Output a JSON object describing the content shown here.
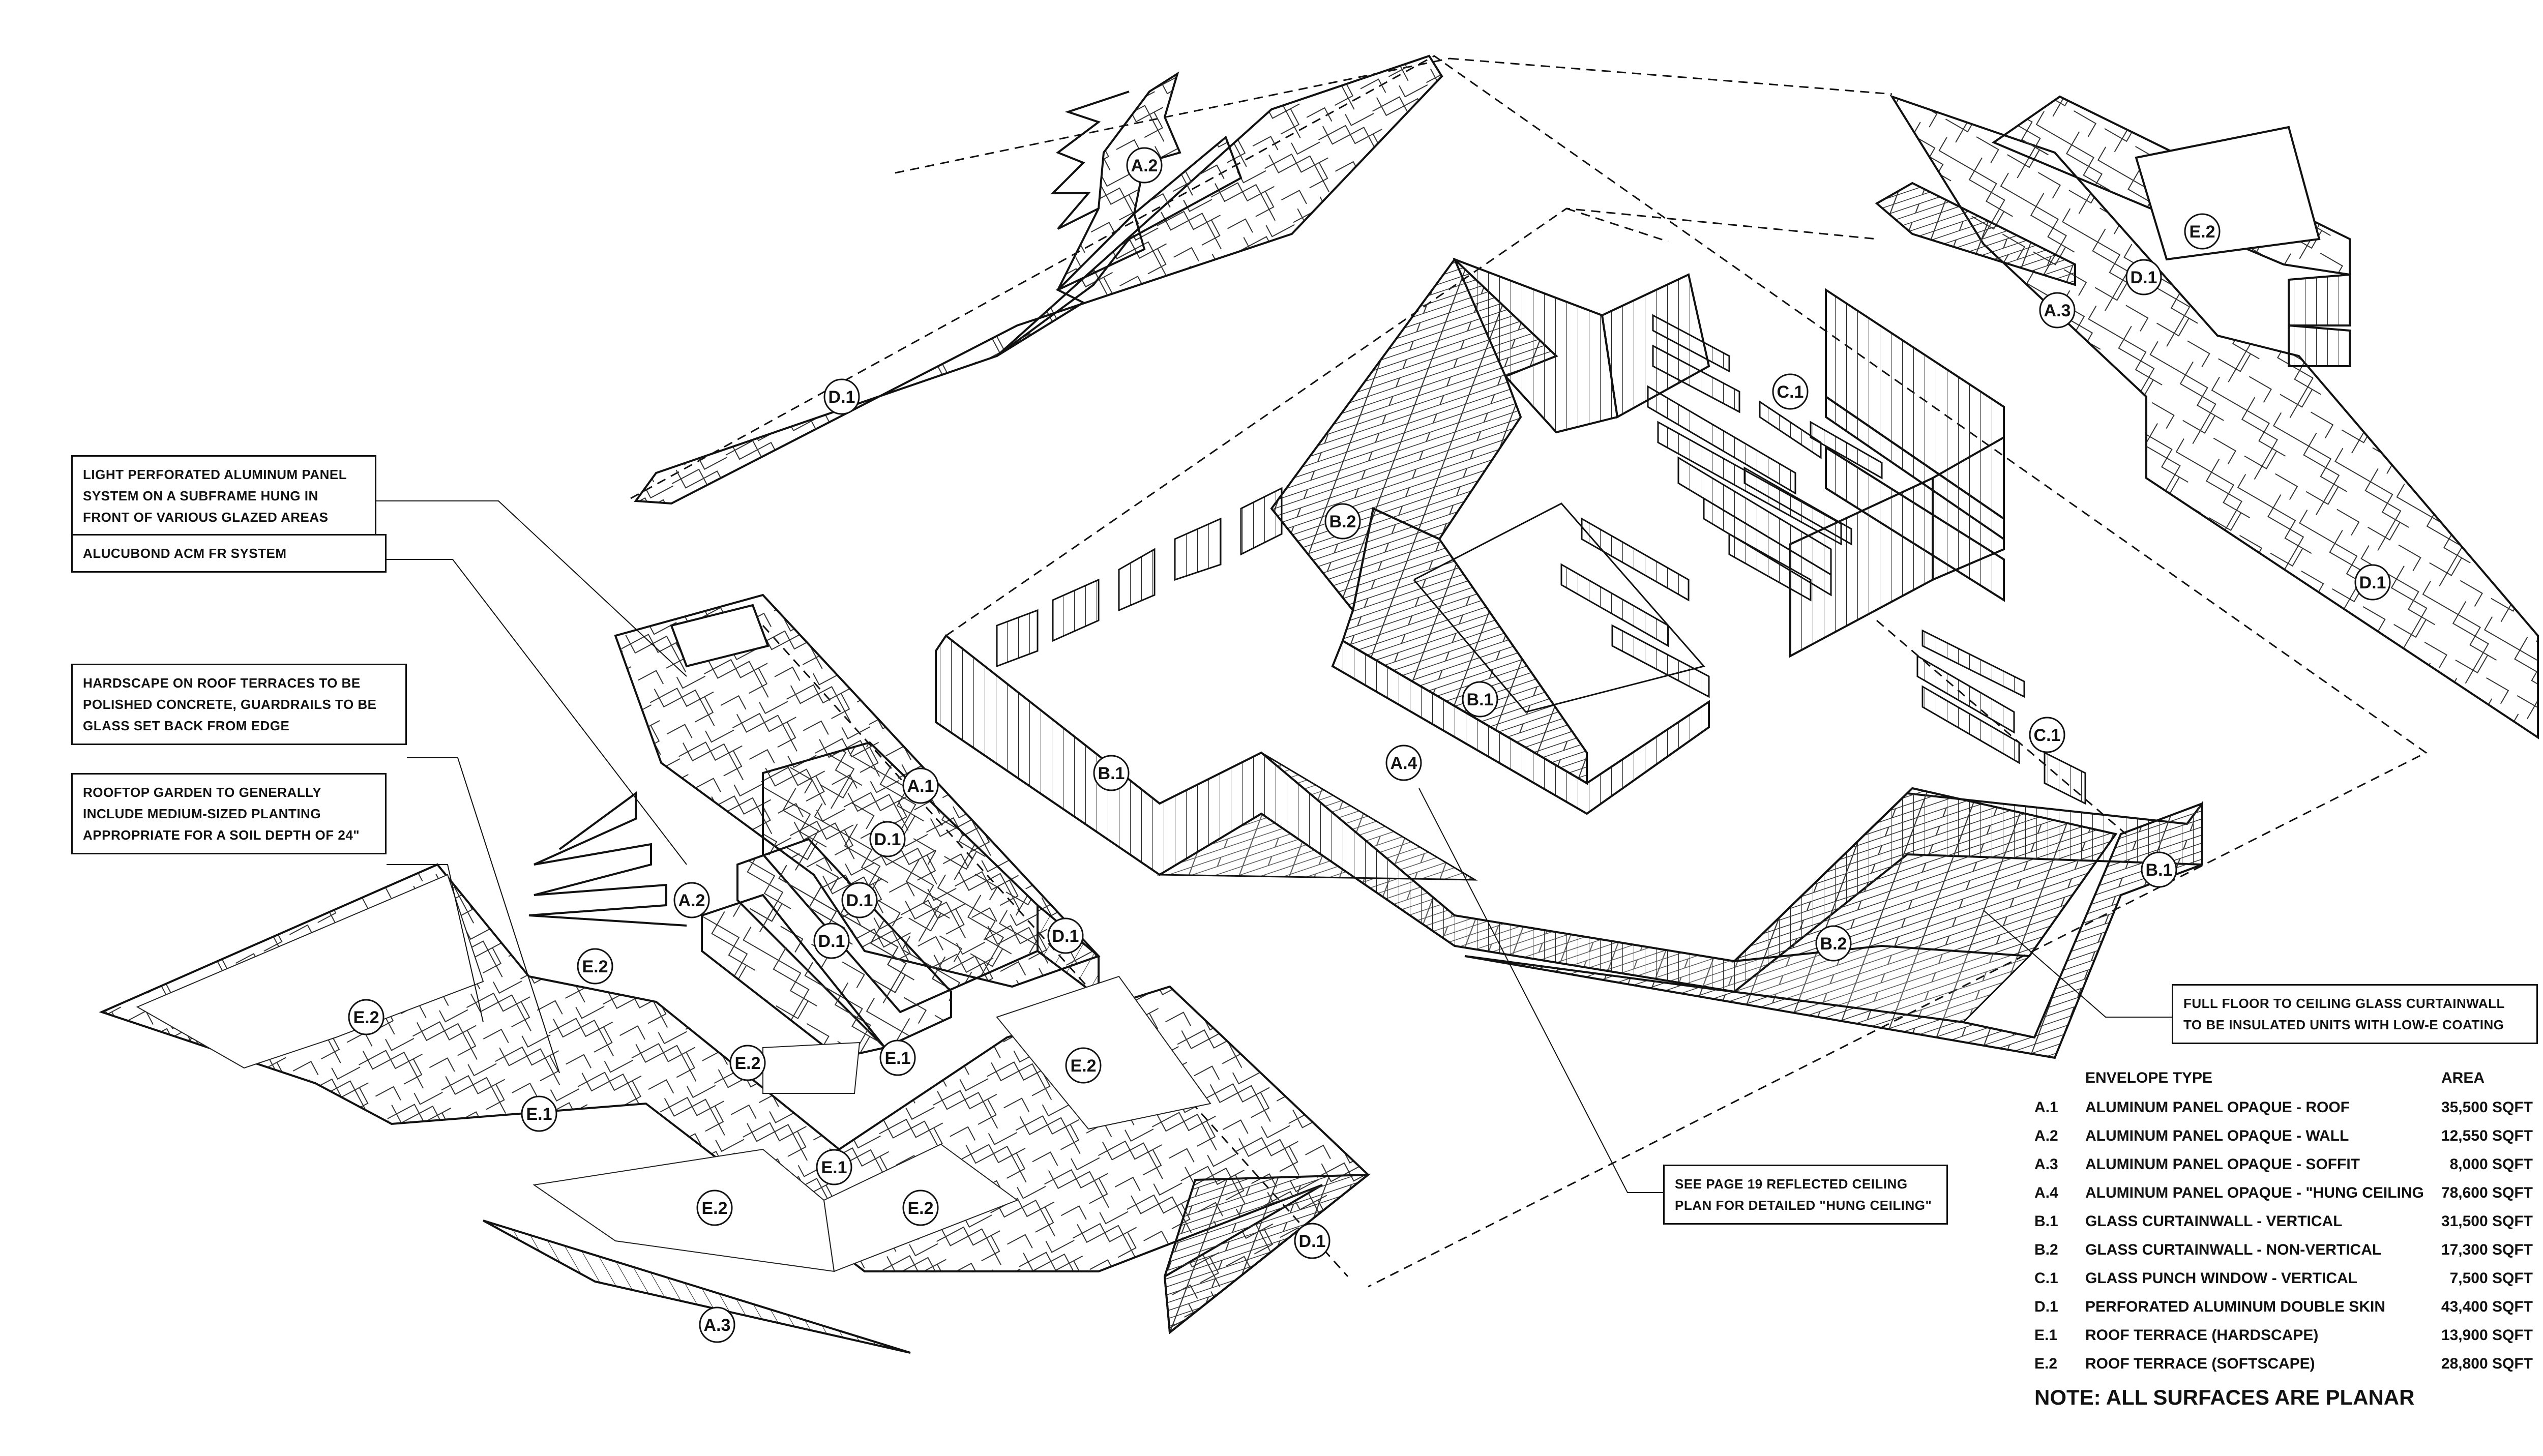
{
  "callouts": {
    "c1": "LIGHT PERFORATED ALUMINUM PANEL SYSTEM ON A SUBFRAME HUNG IN FRONT OF VARIOUS GLAZED AREAS",
    "c2": "ALUCUBOND ACM FR SYSTEM",
    "c3": "HARDSCAPE ON ROOF TERRACES TO BE POLISHED CONCRETE, GUARDRAILS TO BE GLASS SET BACK FROM EDGE",
    "c4": "ROOFTOP GARDEN TO GENERALLY INCLUDE MEDIUM-SIZED PLANTING APPROPRIATE FOR A SOIL DEPTH OF 24\"",
    "c5": "SEE PAGE 19 REFLECTED CEILING PLAN FOR DETAILED \"HUNG CEILING\"",
    "c6": "FULL FLOOR TO CEILING GLASS CURTAINWALL TO BE INSULATED UNITS WITH LOW-E COATING"
  },
  "tags": {
    "t1": "A.2",
    "t2": "D.1",
    "t3": "A.1",
    "t4": "D.1",
    "t5": "A.2",
    "t6": "D.1",
    "t7": "D.1",
    "t8": "D.1",
    "t9": "E.2",
    "t10": "E.2",
    "t11": "E.1",
    "t12": "E.2",
    "t13": "E.1",
    "t14": "E.2",
    "t15": "E.2",
    "t16": "E.1",
    "t17": "E.2",
    "t18": "D.1",
    "t19": "A.3",
    "t20": "B.2",
    "t21": "C.1",
    "t22": "B.1",
    "t23": "B.1",
    "t24": "A.4",
    "t25": "C.1",
    "t26": "B.2",
    "t27": "B.1",
    "t28": "E.2",
    "t29": "D.1",
    "t30": "A.3",
    "t31": "D.1"
  },
  "legend": {
    "header_type": "ENVELOPE TYPE",
    "header_area": "AREA",
    "rows": [
      {
        "code": "A.1",
        "type": "ALUMINUM PANEL OPAQUE - ROOF",
        "area": "35,500 SQFT"
      },
      {
        "code": "A.2",
        "type": "ALUMINUM PANEL OPAQUE - WALL",
        "area": "12,550 SQFT"
      },
      {
        "code": "A.3",
        "type": "ALUMINUM PANEL OPAQUE - SOFFIT",
        "area": "8,000 SQFT"
      },
      {
        "code": "A.4",
        "type": "ALUMINUM PANEL OPAQUE - \"HUNG CEILING",
        "area": "78,600 SQFT"
      },
      {
        "code": "B.1",
        "type": "GLASS CURTAINWALL - VERTICAL",
        "area": "31,500 SQFT"
      },
      {
        "code": "B.2",
        "type": "GLASS CURTAINWALL - NON-VERTICAL",
        "area": "17,300 SQFT"
      },
      {
        "code": "C.1",
        "type": "GLASS PUNCH WINDOW - VERTICAL",
        "area": "7,500 SQFT"
      },
      {
        "code": "D.1",
        "type": "PERFORATED ALUMINUM DOUBLE SKIN",
        "area": "43,400 SQFT"
      },
      {
        "code": "E.1",
        "type": "ROOF TERRACE (HARDSCAPE)",
        "area": "13,900 SQFT"
      },
      {
        "code": "E.2",
        "type": "ROOF TERRACE (SOFTSCAPE)",
        "area": "28,800 SQFT"
      }
    ],
    "note": "NOTE: ALL SURFACES ARE PLANAR"
  }
}
